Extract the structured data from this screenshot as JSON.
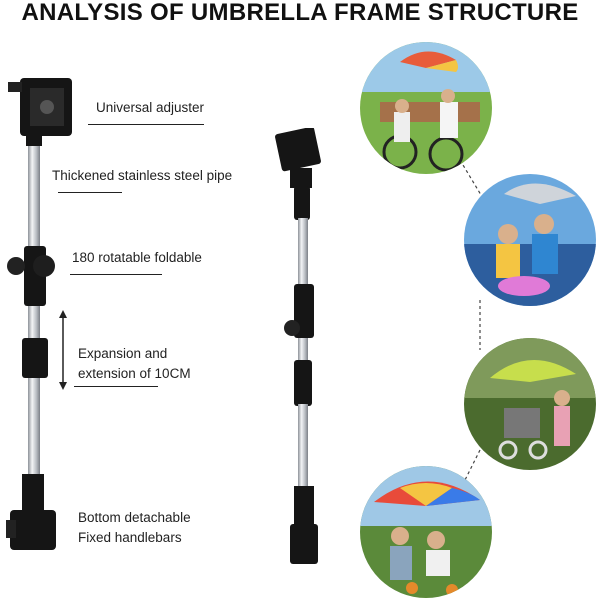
{
  "title": "ANALYSIS OF UMBRELLA FRAME STRUCTURE",
  "callouts": [
    {
      "text": "Universal adjuster"
    },
    {
      "text": "Thickened stainless steel pipe"
    },
    {
      "text": "180 rotatable foldable"
    },
    {
      "text": "Expansion and extension of 10CM"
    },
    {
      "text": "Bottom detachable Fixed handlebars"
    }
  ],
  "callout_lines": {
    "expansion_line1": "Expansion and",
    "expansion_line2": "extension of 10CM",
    "bottom_line1": "Bottom detachable",
    "bottom_line2": "Fixed handlebars"
  },
  "photos": [
    {
      "icon": "bicycle-umbrella-photo"
    },
    {
      "icon": "scooter-umbrella-photo"
    },
    {
      "icon": "stroller-umbrella-photo"
    },
    {
      "icon": "wheelchair-umbrella-photo"
    }
  ],
  "colors": {
    "pipe_steel": "#c9ccd1",
    "clamp_black": "#151515",
    "accent_line": "#222222"
  }
}
